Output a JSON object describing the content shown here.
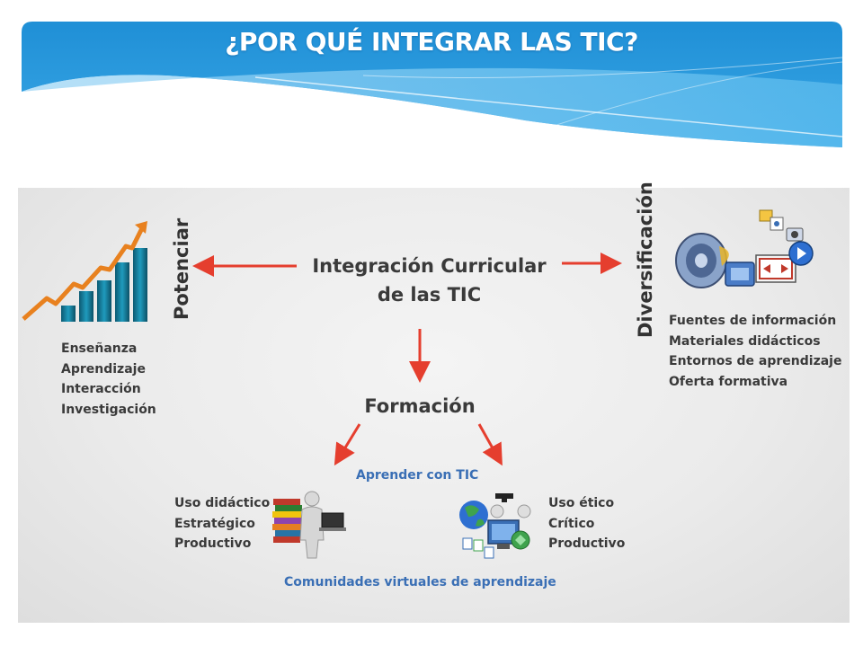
{
  "slide": {
    "title": "¿POR QUÉ INTEGRAR LAS TIC?"
  },
  "diagram": {
    "center_line1": "Integración Curricular",
    "center_line2": "de las TIC",
    "left_label": "Potenciar",
    "left_items": [
      "Enseñanza",
      "Aprendizaje",
      "Interacción",
      "Investigación"
    ],
    "right_label": "Diversificación",
    "right_items": [
      "Fuentes de información",
      "Materiales didácticos",
      "Entornos de aprendizaje",
      "Oferta formativa"
    ],
    "bottom_label": "Formación",
    "sub_label": "Aprender con TIC",
    "left_bottom_items": [
      "Uso didáctico",
      "Estratégico",
      "Productivo"
    ],
    "right_bottom_items": [
      "Uso ético",
      "Crítico",
      "Productivo"
    ],
    "footer": "Comunidades virtuales de aprendizaje"
  },
  "colors": {
    "banner": "#2196d8",
    "arrow": "#e53e2e",
    "accent_text": "#3a6fb5"
  },
  "icons": [
    "growth-chart-icon",
    "media-multimedia-icon",
    "books-person-laptop-icon",
    "globe-computer-people-icon"
  ]
}
